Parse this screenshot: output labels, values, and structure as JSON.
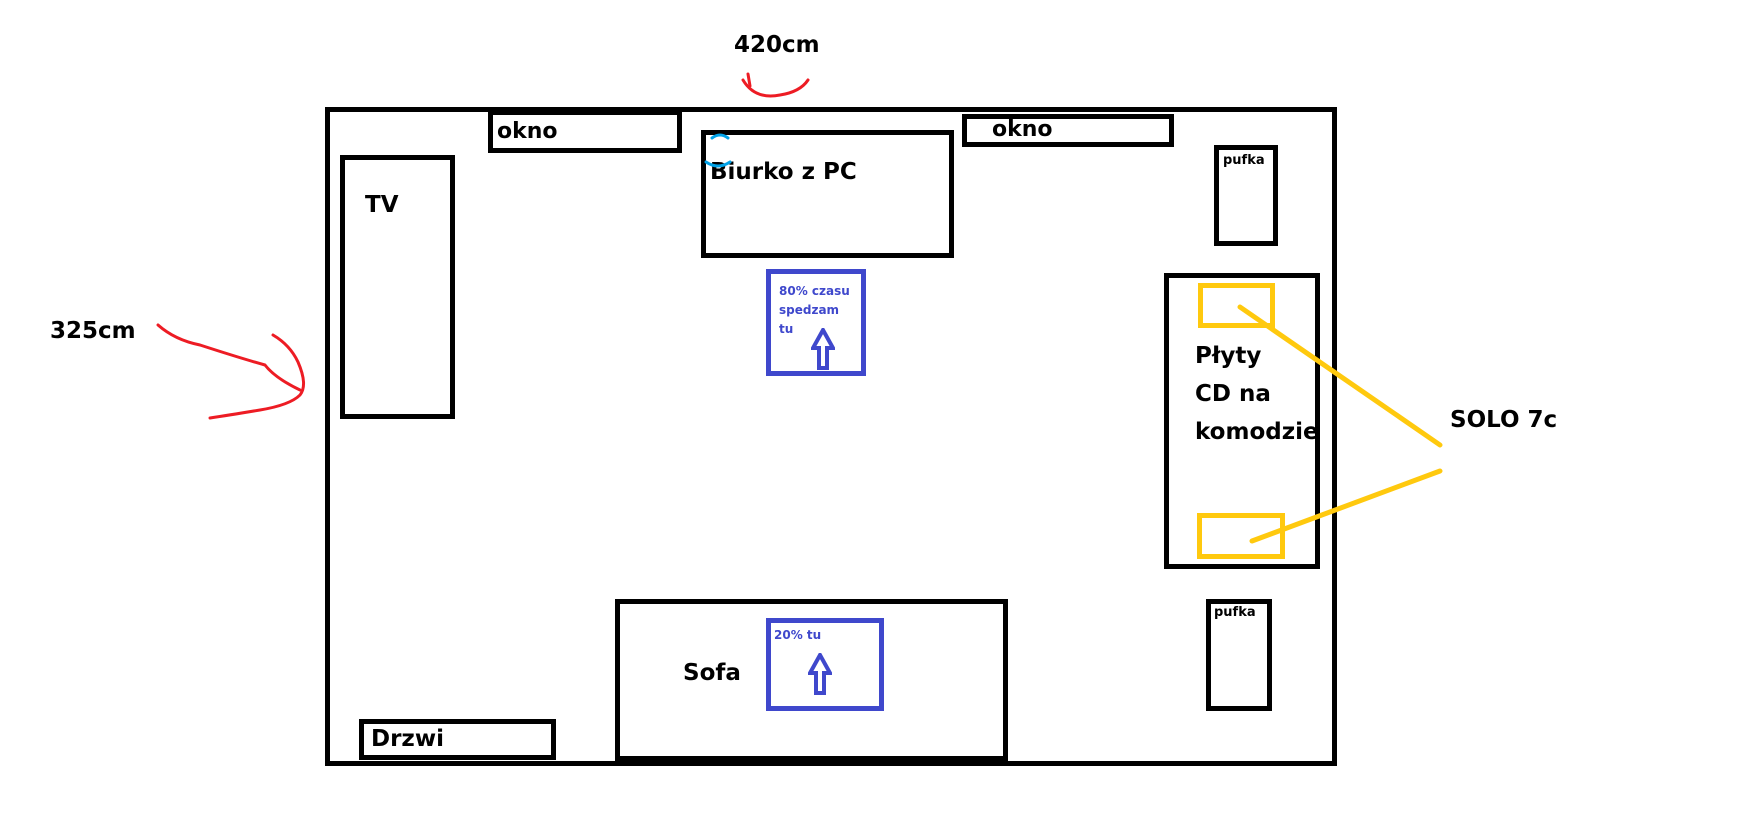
{
  "dimensions": {
    "width_label": "420cm",
    "height_label": "325cm"
  },
  "furniture": {
    "window_left": "okno",
    "window_right": "okno",
    "desk": "Biurko z PC",
    "tv": "TV",
    "pouf_top": "pufka",
    "pouf_bottom": "pufka",
    "dresser_lines": [
      "Płyty",
      "CD na",
      "komodzie"
    ],
    "sofa": "Sofa",
    "door": "Drzwi"
  },
  "listening_spots": {
    "desk_spot_lines": [
      "80% czasu",
      "spedzam",
      "tu"
    ],
    "desk_spot_percent": 80,
    "sofa_spot": "20% tu",
    "sofa_spot_percent": 20
  },
  "speakers": {
    "label": "SOLO 7c",
    "count": 2
  },
  "colors": {
    "walls": "#000000",
    "annotation_red": "#ed1c24",
    "spot_blue": "#3f48cc",
    "speaker_yellow": "#ffc90e",
    "cursor_blue": "#00a2e8"
  }
}
